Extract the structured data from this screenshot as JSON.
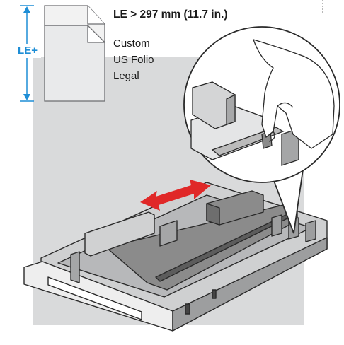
{
  "header": {
    "title": "LE > 297 mm (11.7 in.)"
  },
  "paper_sizes": [
    "Custom",
    "US Folio",
    "Legal"
  ],
  "dimension": {
    "label": "LE+",
    "color": "#1e8ed6"
  },
  "colors": {
    "arrow": "#e02828",
    "panel": "#d9dadb",
    "tray_dark": "#8b8b8b"
  },
  "icons": {
    "paper": "paper-sheet-icon",
    "arrow": "double-arrow-icon",
    "detail": "hand-guide-detail"
  }
}
